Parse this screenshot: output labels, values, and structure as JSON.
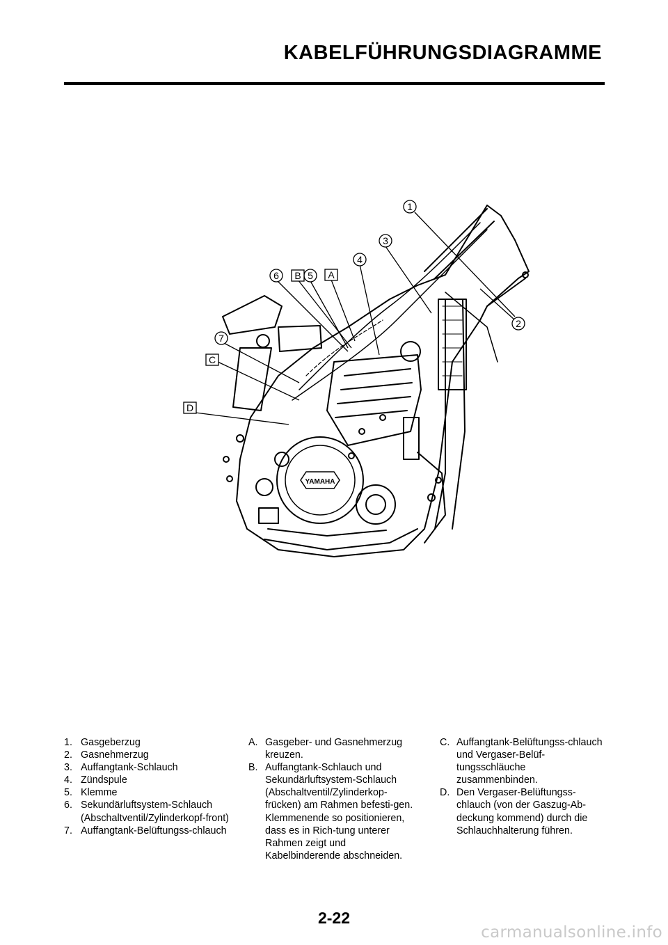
{
  "header": {
    "title": "KABELFÜHRUNGSDIAGRAMME"
  },
  "figure": {
    "callouts": [
      {
        "label": "1",
        "kind": "circle"
      },
      {
        "label": "2",
        "kind": "circle"
      },
      {
        "label": "3",
        "kind": "circle"
      },
      {
        "label": "4",
        "kind": "circle"
      },
      {
        "label": "5",
        "kind": "circle"
      },
      {
        "label": "6",
        "kind": "circle"
      },
      {
        "label": "7",
        "kind": "circle"
      },
      {
        "label": "A",
        "kind": "box"
      },
      {
        "label": "B",
        "kind": "box"
      },
      {
        "label": "C",
        "kind": "box"
      },
      {
        "label": "D",
        "kind": "box"
      }
    ],
    "engine_logo": "YAMAHA"
  },
  "legend": {
    "numbered": [
      {
        "key": "1.",
        "text": "Gasgeberzug"
      },
      {
        "key": "2.",
        "text": "Gasnehmerzug"
      },
      {
        "key": "3.",
        "text": "Auffangtank-Schlauch"
      },
      {
        "key": "4.",
        "text": "Zündspule"
      },
      {
        "key": "5.",
        "text": "Klemme"
      },
      {
        "key": "6.",
        "text": "Sekundärluftsystem-Schlauch (Abschaltventil/Zylinderkopf-front)"
      },
      {
        "key": "7.",
        "text": "Auffangtank-Belüftungss-chlauch"
      }
    ],
    "lettered_1": [
      {
        "key": "A.",
        "text": "Gasgeber- und Gasnehmerzug kreuzen."
      },
      {
        "key": "B.",
        "text": "Auffangtank-Schlauch und Sekundärluftsystem-Schlauch (Abschaltventil/Zylinderkop-frücken) am Rahmen befesti-gen. Klemmenende so positionieren, dass es in Rich-tung unterer Rahmen zeigt und Kabelbinderende abschneiden."
      }
    ],
    "lettered_2": [
      {
        "key": "C.",
        "text": "Auffangtank-Belüftungss-chlauch und Vergaser-Belüf-tungsschläuche zusammenbinden."
      },
      {
        "key": "D.",
        "text": "Den Vergaser-Belüftungss-chlauch (von der Gaszug-Ab-deckung kommend) durch die Schlauchhalterung führen."
      }
    ]
  },
  "footer": {
    "page_number": "2-22"
  },
  "watermark": "carmanualsonline.info"
}
